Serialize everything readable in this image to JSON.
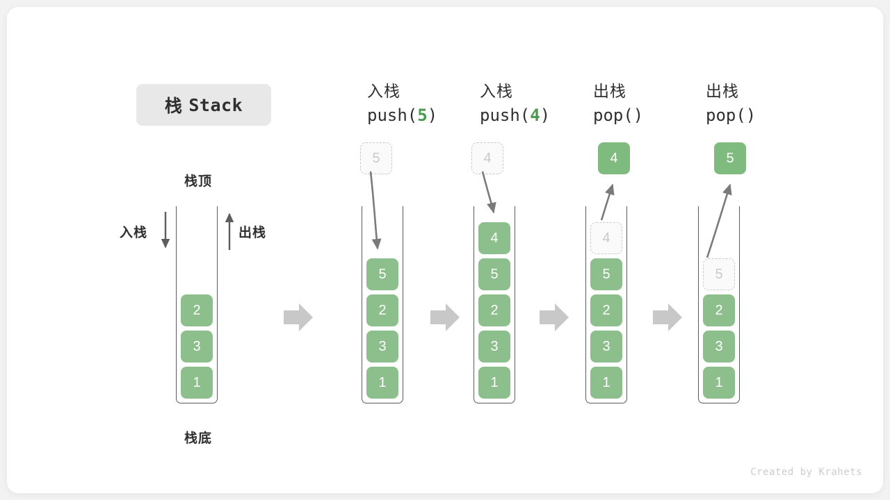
{
  "title": {
    "cn": "栈",
    "en": "Stack"
  },
  "labels": {
    "top": "栈顶",
    "bottom": "栈底",
    "push_side": "入栈",
    "pop_side": "出栈"
  },
  "footer": "Created by Krahets",
  "colors": {
    "cell_green": "#8cbf8b",
    "accent_green": "#4a9a4f",
    "ghost_gray": "#c9c9c9",
    "arrow_gray": "#7a7a7a",
    "block_arrow_gray": "#c8c8c8",
    "border_gray": "#5a5a5a",
    "pill_gray": "#e8e8e8",
    "text_dark": "#2f2f2f"
  },
  "columns": [
    {
      "id": "initial",
      "head_cn": "",
      "head_code": "",
      "code_prefix": "",
      "code_arg": "",
      "code_suffix": "",
      "cells": [
        "2",
        "3",
        "1"
      ],
      "ghost_top": null,
      "floating": null
    },
    {
      "id": "push5",
      "head_cn": "入栈",
      "code_prefix": "push(",
      "code_arg": "5",
      "code_suffix": ")",
      "cells": [
        "5",
        "2",
        "3",
        "1"
      ],
      "ghost_above": "5",
      "floating": null
    },
    {
      "id": "push4",
      "head_cn": "入栈",
      "code_prefix": "push(",
      "code_arg": "4",
      "code_suffix": ")",
      "cells": [
        "4",
        "5",
        "2",
        "3",
        "1"
      ],
      "ghost_above": "4",
      "floating": null
    },
    {
      "id": "pop1",
      "head_cn": "出栈",
      "code_prefix": "pop(",
      "code_arg": "",
      "code_suffix": ")",
      "cells": [
        "5",
        "2",
        "3",
        "1"
      ],
      "ghost_in_stack": "4",
      "floating": "4"
    },
    {
      "id": "pop2",
      "head_cn": "出栈",
      "code_prefix": "pop(",
      "code_arg": "",
      "code_suffix": ")",
      "cells": [
        "2",
        "3",
        "1"
      ],
      "ghost_in_stack": "5",
      "floating": "5"
    }
  ],
  "flow_arrows": 4
}
